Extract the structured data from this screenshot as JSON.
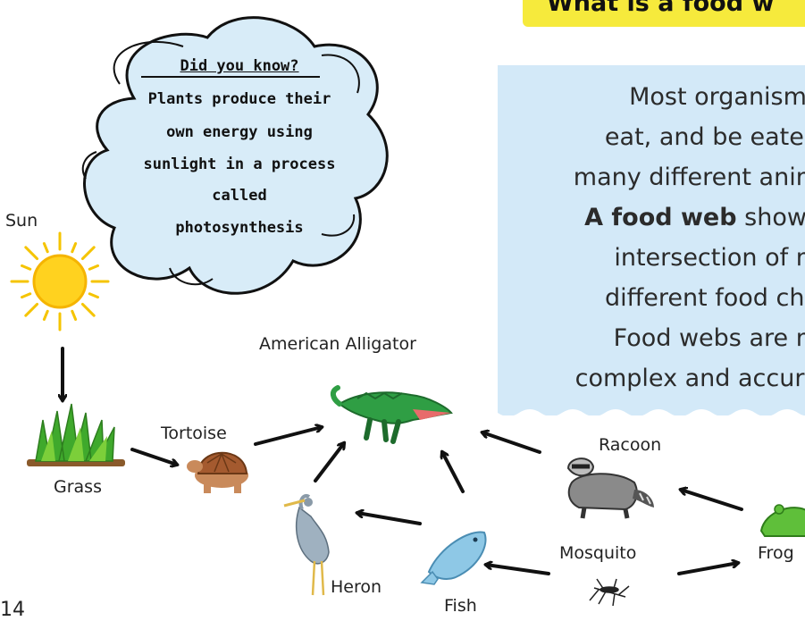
{
  "header": {
    "title": "What is a food w"
  },
  "intro": {
    "lines": [
      {
        "text": "Most organisms "
      },
      {
        "text": "eat, and be eaten"
      },
      {
        "text": "many different anim"
      },
      {
        "bold": "A food web",
        "text": " shows"
      },
      {
        "text": "intersection of m"
      },
      {
        "text": "different food cha"
      },
      {
        "text": "Food webs are m"
      },
      {
        "text": "complex and accura"
      }
    ]
  },
  "fact": {
    "heading": "Did you know?",
    "lines": [
      "Plants produce their",
      "own energy using",
      "sunlight in a process",
      "called",
      "photosynthesis"
    ]
  },
  "organisms": {
    "sun": "Sun",
    "grass": "Grass",
    "tortoise": "Tortoise",
    "alligator": "American Alligator",
    "heron": "Heron",
    "fish": "Fish",
    "mosquito": "Mosquito",
    "racoon": "Racoon",
    "frog": "Frog"
  },
  "page_number": "14",
  "colors": {
    "header_highlight": "#f6ea3c",
    "panel_blue": "#d3e9f8",
    "cloud_fill": "#d8ecf8",
    "arrow": "#111111"
  }
}
